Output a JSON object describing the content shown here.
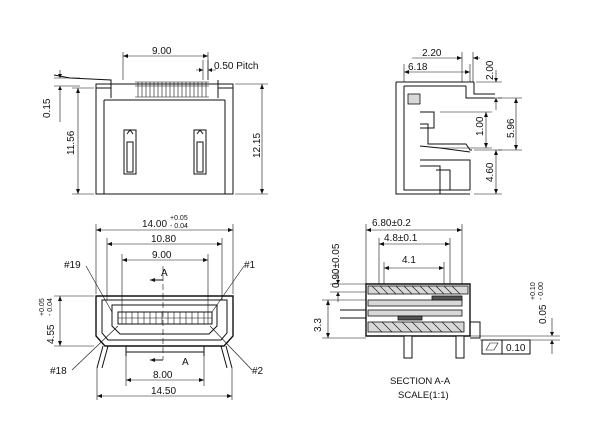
{
  "top_view": {
    "dim_9_00": "9.00",
    "pitch": "0.50 Pitch",
    "dim_0_15": "0.15",
    "dim_11_56": "11.56",
    "dim_12_15": "12.15"
  },
  "side_view": {
    "dim_2_20": "2.20",
    "dim_6_18": "6.18",
    "dim_2_00": "2.00",
    "dim_1_00": "1.00",
    "dim_5_96": "5.96",
    "dim_4_60": "4.60"
  },
  "front_view": {
    "dim_14_00": "14.00",
    "tol_14_upper": "+0.05",
    "tol_14_lower": "- 0.04",
    "dim_10_80": "10.80",
    "dim_9_00": "9.00",
    "section_mark": "A",
    "pin_19": "#19",
    "pin_1": "#1",
    "pin_18": "#18",
    "pin_2": "#2",
    "dim_4_55": "4.55",
    "tol_455_upper": "+0.05",
    "tol_455_lower": "- 0.04",
    "dim_8_00": "8.00",
    "dim_14_50": "14.50"
  },
  "section_view": {
    "dim_6_80": "6.80±0.2",
    "dim_4_8": "4.8±0.1",
    "dim_4_1": "4.1",
    "dim_0_90": "0.90±0.05",
    "dim_3_3": "3.3",
    "dim_0_05": "0.05",
    "tol_005_upper": "+0.10",
    "tol_005_lower": "- 0.00",
    "flatness_value": "0.10",
    "caption_title": "SECTION A-A",
    "caption_scale": "SCALE(1:1)"
  },
  "colors": {
    "line": "#111111",
    "fill_gray": "#d8d8d8",
    "fill_dark": "#555555",
    "background": "#ffffff"
  }
}
